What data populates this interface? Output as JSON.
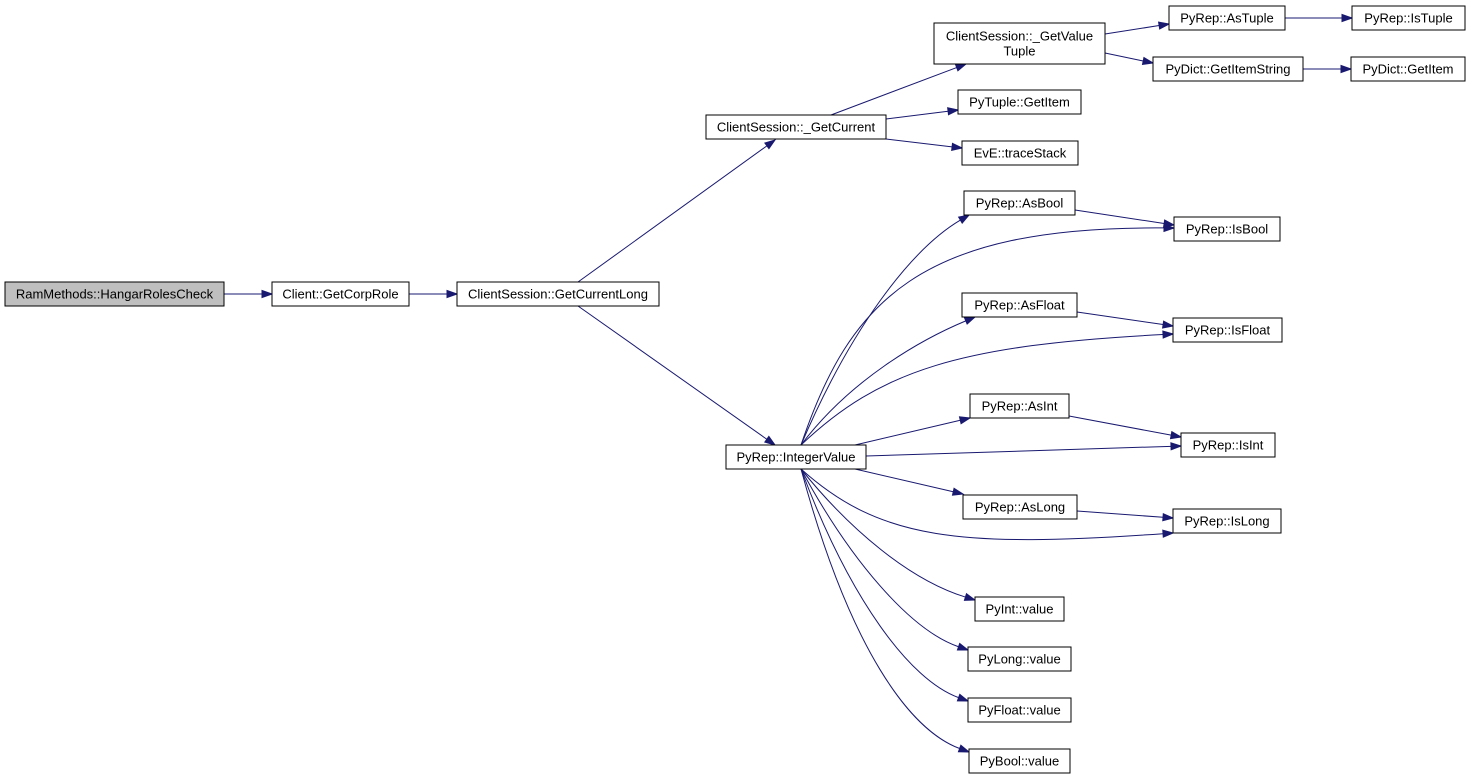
{
  "graph": {
    "colors": {
      "edge": "#191970",
      "node_fill": "#ffffff",
      "root_fill": "#bfbfbf",
      "node_border": "#000000"
    },
    "nodes": [
      {
        "id": "n0",
        "lines": [
          "RamMethods::HangarRolesCheck"
        ],
        "root": true
      },
      {
        "id": "n1",
        "lines": [
          "Client::GetCorpRole"
        ]
      },
      {
        "id": "n2",
        "lines": [
          "ClientSession::GetCurrentLong"
        ]
      },
      {
        "id": "n3",
        "lines": [
          "ClientSession::_GetCurrent"
        ]
      },
      {
        "id": "n4",
        "lines": [
          "ClientSession::_GetValue",
          "Tuple"
        ]
      },
      {
        "id": "n5",
        "lines": [
          "PyRep::AsTuple"
        ]
      },
      {
        "id": "n6",
        "lines": [
          "PyRep::IsTuple"
        ]
      },
      {
        "id": "n7",
        "lines": [
          "PyDict::GetItemString"
        ]
      },
      {
        "id": "n8",
        "lines": [
          "PyDict::GetItem"
        ]
      },
      {
        "id": "n9",
        "lines": [
          "PyTuple::GetItem"
        ]
      },
      {
        "id": "n10",
        "lines": [
          "EvE::traceStack"
        ]
      },
      {
        "id": "n11",
        "lines": [
          "PyRep::IntegerValue"
        ]
      },
      {
        "id": "n12",
        "lines": [
          "PyRep::AsBool"
        ]
      },
      {
        "id": "n13",
        "lines": [
          "PyRep::IsBool"
        ]
      },
      {
        "id": "n14",
        "lines": [
          "PyRep::AsFloat"
        ]
      },
      {
        "id": "n15",
        "lines": [
          "PyRep::IsFloat"
        ]
      },
      {
        "id": "n16",
        "lines": [
          "PyRep::AsInt"
        ]
      },
      {
        "id": "n17",
        "lines": [
          "PyRep::IsInt"
        ]
      },
      {
        "id": "n18",
        "lines": [
          "PyRep::AsLong"
        ]
      },
      {
        "id": "n19",
        "lines": [
          "PyRep::IsLong"
        ]
      },
      {
        "id": "n20",
        "lines": [
          "PyInt::value"
        ]
      },
      {
        "id": "n21",
        "lines": [
          "PyLong::value"
        ]
      },
      {
        "id": "n22",
        "lines": [
          "PyFloat::value"
        ]
      },
      {
        "id": "n23",
        "lines": [
          "PyBool::value"
        ]
      }
    ],
    "edges": [
      [
        "n0",
        "n1"
      ],
      [
        "n1",
        "n2"
      ],
      [
        "n2",
        "n3"
      ],
      [
        "n2",
        "n11"
      ],
      [
        "n3",
        "n4"
      ],
      [
        "n3",
        "n9"
      ],
      [
        "n3",
        "n10"
      ],
      [
        "n4",
        "n5"
      ],
      [
        "n4",
        "n7"
      ],
      [
        "n5",
        "n6"
      ],
      [
        "n7",
        "n8"
      ],
      [
        "n11",
        "n12"
      ],
      [
        "n11",
        "n13"
      ],
      [
        "n11",
        "n14"
      ],
      [
        "n11",
        "n15"
      ],
      [
        "n11",
        "n16"
      ],
      [
        "n11",
        "n17"
      ],
      [
        "n11",
        "n18"
      ],
      [
        "n11",
        "n19"
      ],
      [
        "n11",
        "n20"
      ],
      [
        "n11",
        "n21"
      ],
      [
        "n11",
        "n22"
      ],
      [
        "n11",
        "n23"
      ],
      [
        "n12",
        "n13"
      ],
      [
        "n14",
        "n15"
      ],
      [
        "n16",
        "n17"
      ],
      [
        "n18",
        "n19"
      ]
    ]
  }
}
